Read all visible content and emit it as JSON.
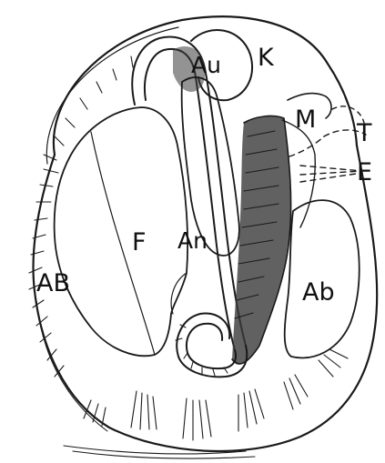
{
  "labels": {
    "au": "Au",
    "k": "K",
    "m": "M",
    "t": "T",
    "e": "E",
    "f": "F",
    "an": "An",
    "ab_left": "AB",
    "ab_right": "Ab"
  },
  "colors": {
    "ink": "#1a1a1a",
    "paper": "#ffffff"
  }
}
